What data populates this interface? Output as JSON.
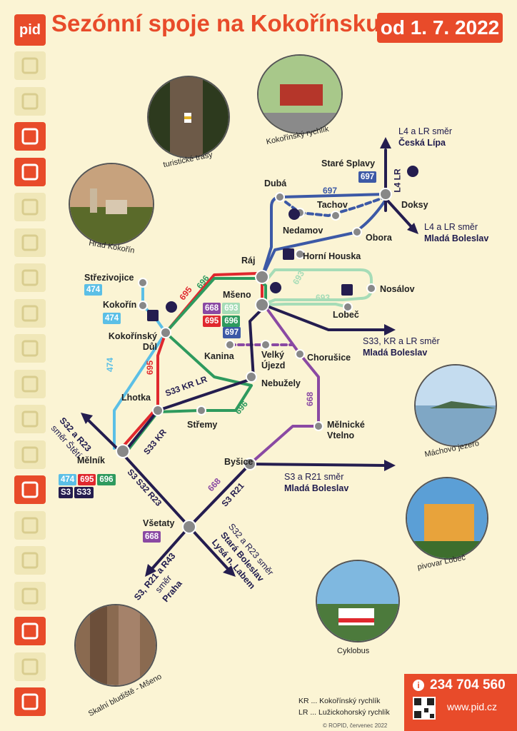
{
  "header": {
    "logo": "pid",
    "title": "Sezónní spoje na Kokořínsku",
    "date": "od 1. 7. 2022"
  },
  "sidebar_icons": [
    "arrow-down-icon",
    "tram-icon",
    "bus-icon",
    "metro-s-icon",
    "funicular-icon",
    "ferry-icon",
    "night-icon",
    "on-request-stop-icon",
    "charging-icon",
    "ticket-icon",
    "phone-app-icon",
    "wheelchair-icon",
    "family-icon",
    "escalator-icon",
    "airport-icon",
    "stroller-icon",
    "bicycle-icon",
    "dog-icon",
    "walking-icon"
  ],
  "sidebar_active": [
    "bus-icon",
    "metro-s-icon",
    "family-icon",
    "bicycle-icon",
    "walking-icon"
  ],
  "photos": {
    "kokorinsky_rychlik": "Kokořínský rychlík",
    "turisticke_trasy": "turistické trasy",
    "hrad_kokorin": "Hrad Kokořín",
    "machovo_jezero": "Máchovo jezero",
    "pivovar_lobec": "pivovar Lobeč",
    "cyklobus": "Cyklobus",
    "skalni_bludiste": "Skalní bludiště - Mšeno"
  },
  "stations": {
    "strezivojice": "Střezivojice",
    "kokorin": "Kokořín",
    "kokorinsky_dul_1": "Kokořínský",
    "kokorinsky_dul_2": "Důl",
    "lhotka": "Lhotka",
    "melnik": "Mělník",
    "stremy": "Střemy",
    "nebuzely": "Nebužely",
    "kanina": "Kanina",
    "velky_ujezd_1": "Velký",
    "velky_ujezd_2": "Újezd",
    "chorusice": "Chorušice",
    "mseno": "Mšeno",
    "raj": "Ráj",
    "horni_houska": "Horní Houska",
    "nedamov": "Nedamov",
    "tachov": "Tachov",
    "duba": "Dubá",
    "stare_splavy": "Staré Splavy",
    "doksy": "Doksy",
    "obora": "Obora",
    "nosalov": "Nosálov",
    "lobec": "Lobeč",
    "melnicke_vtelno_1": "Mělnické",
    "melnicke_vtelno_2": "Vtelno",
    "bysice": "Byšice",
    "vsetaty": "Všetaty"
  },
  "badges": {
    "strezivojice": [
      {
        "text": "474",
        "color": "#5bbfe6"
      }
    ],
    "kokorin": [
      {
        "text": "474",
        "color": "#5bbfe6"
      }
    ],
    "melnik_row1": [
      {
        "text": "474",
        "color": "#5bbfe6"
      },
      {
        "text": "695",
        "color": "#e0282e"
      },
      {
        "text": "696",
        "color": "#2e9a5e"
      }
    ],
    "melnik_row2": [
      {
        "text": "S3",
        "color": "#241d4f"
      },
      {
        "text": "S33",
        "color": "#241d4f"
      }
    ],
    "mseno_row1": [
      {
        "text": "668",
        "color": "#8a49a3"
      },
      {
        "text": "693",
        "color": "#a6dcb7"
      }
    ],
    "mseno_row2": [
      {
        "text": "695",
        "color": "#e0282e"
      },
      {
        "text": "696",
        "color": "#2e9a5e"
      }
    ],
    "mseno_row3": [
      {
        "text": "697",
        "color": "#3c59a6"
      }
    ],
    "stare_splavy": [
      {
        "text": "697",
        "color": "#3c59a6"
      }
    ],
    "vsetaty": [
      {
        "text": "668",
        "color": "#8a49a3"
      }
    ]
  },
  "line_labels": {
    "l695_upper": "695",
    "l696_upper": "696",
    "l695_lower": "695",
    "s33_kr_lr": "S33  KR  LR",
    "l696_lower": "696",
    "s33_kr": "S33  KR",
    "s3_s32_r23": "S3  S32  R23",
    "l668_lower": "668",
    "s3_r21": "S3  R21",
    "l668_upper": "668",
    "l697": "697",
    "l693_upper": "693",
    "l693_lower": "693",
    "l474": "474",
    "l4_lr": "L4  LR"
  },
  "directions": {
    "ceska_lipa": {
      "l1": "L4 a LR směr",
      "l2": "Česká Lípa"
    },
    "mlada_boleslav_1": {
      "l1": "L4 a LR směr",
      "l2": "Mladá Boleslav"
    },
    "mlada_boleslav_2": {
      "l1": "S33, KR a LR směr",
      "l2": "Mladá Boleslav"
    },
    "mlada_boleslav_3": {
      "l1": "S3 a R21 směr",
      "l2": "Mladá Boleslav"
    },
    "steti": {
      "l1": "S32 a R23",
      "l2": "směr Štětí"
    },
    "praha": {
      "l1": "S3, R21 a R43",
      "l2": "směr",
      "l3": "Praha"
    },
    "stara_boleslav": {
      "l1": "S32 a R23 směr",
      "l2": "Stará Boleslav",
      "l3": "Lysá n. Labem"
    }
  },
  "legend": {
    "kr": "KR ... Kokořínský rychlík",
    "lr": "LR ... Lužickohorský rychlík"
  },
  "contact": {
    "phone": "234 704 560",
    "web": "www.pid.cz"
  },
  "copyright": "© ROPID, červenec 2022",
  "colors": {
    "accent": "#e84b2a",
    "background": "#fbf4d4",
    "line_474": "#5bbfe6",
    "line_695": "#e0282e",
    "line_696": "#2e9a5e",
    "line_697": "#3c59a6",
    "line_693": "#a6dcb7",
    "line_668": "#8a49a3",
    "train": "#241d4f",
    "stop": "#888888"
  }
}
